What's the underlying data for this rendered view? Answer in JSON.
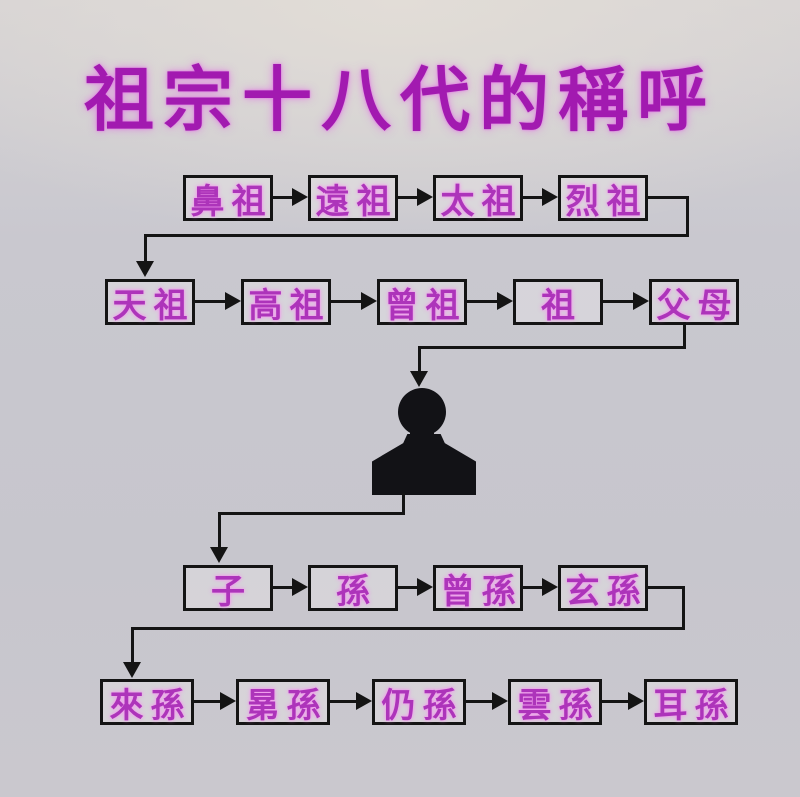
{
  "title": "祖宗十八代的稱呼",
  "colors": {
    "background": "#c7c6cd",
    "title_text": "#a21ab0",
    "box_text": "#ad34ba",
    "box_border": "#141414",
    "connector": "#141414",
    "silhouette": "#121216"
  },
  "icons": {
    "person": "person-silhouette",
    "arrow_right": "arrow-right",
    "arrow_down": "arrow-down"
  },
  "diagram": {
    "rows": [
      {
        "boxes": [
          "鼻祖",
          "遠祖",
          "太祖",
          "烈祖"
        ]
      },
      {
        "boxes": [
          "天祖",
          "高祖",
          "曾祖",
          "祖",
          "父母"
        ]
      },
      {
        "boxes": [
          "子",
          "孫",
          "曾孫",
          "玄孫"
        ]
      },
      {
        "boxes": [
          "來孫",
          "晜孫",
          "仍孫",
          "雲孫",
          "耳孫"
        ]
      }
    ],
    "center_node": "self-person"
  }
}
